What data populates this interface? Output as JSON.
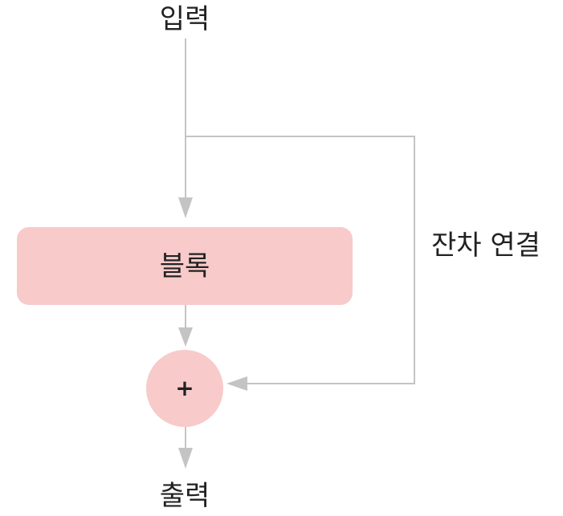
{
  "labels": {
    "input": "입력",
    "block": "블록",
    "add": "+",
    "output": "출력",
    "residual": "잔차 연결"
  },
  "colors": {
    "node_fill": "#f8caca",
    "connector": "#c4c4c4",
    "text": "#222222"
  }
}
